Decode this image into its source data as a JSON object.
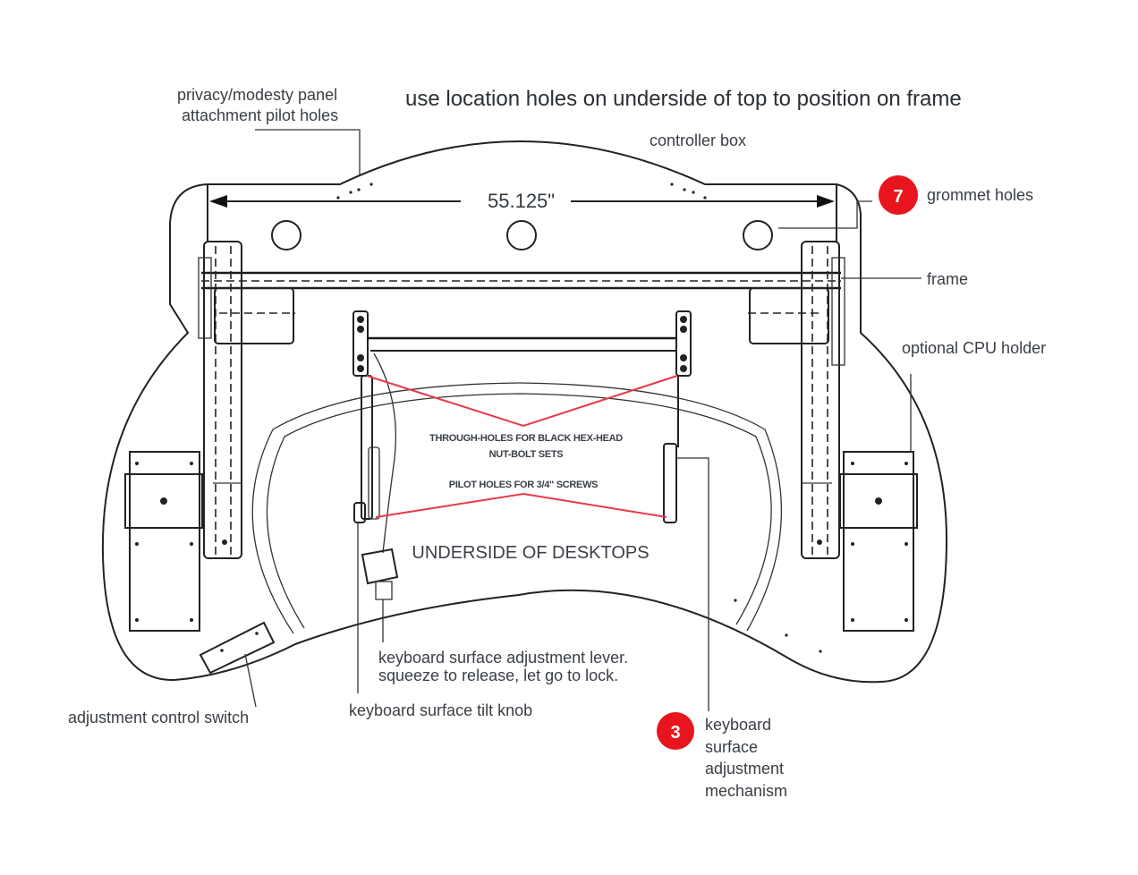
{
  "diagram": {
    "title": "use location holes on underside of top to position on frame",
    "dimension": "55.125\"",
    "center_label": "UNDERSIDE OF DESKTOPS",
    "annotations": {
      "privacy_panel": [
        "privacy/modesty panel",
        "attachment pilot holes"
      ],
      "controller_box": "controller box",
      "grommet_holes": "grommet holes",
      "frame": "frame",
      "cpu_holder": "optional CPU holder",
      "through_holes": [
        "THROUGH-HOLES FOR BLACK HEX-HEAD",
        "NUT-BOLT SETS"
      ],
      "pilot_holes": "PILOT HOLES FOR 3/4\" SCREWS",
      "adjustment_lever": [
        "keyboard surface adjustment lever.",
        "squeeze to release, let go to lock."
      ],
      "tilt_knob": "keyboard surface tilt knob",
      "control_switch": "adjustment control switch",
      "mechanism": [
        "keyboard",
        "surface",
        "adjustment",
        "mechanism"
      ]
    },
    "badges": {
      "grommet": "7",
      "mechanism": "3"
    },
    "colors": {
      "badge": "#e8141e",
      "callout_lines": "#e8394a",
      "line": "#222222",
      "text": "#333a40"
    }
  }
}
